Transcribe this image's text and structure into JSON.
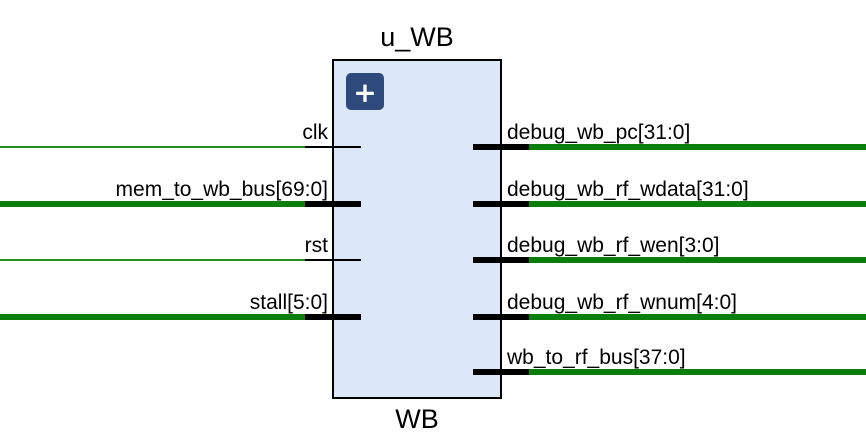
{
  "block": {
    "instance_name": "u_WB",
    "module_name": "WB",
    "expand_icon": "plus-icon",
    "expand_glyph": "+"
  },
  "ports": {
    "inputs": [
      {
        "label": "clk",
        "bus": false
      },
      {
        "label": "mem_to_wb_bus[69:0]",
        "bus": true
      },
      {
        "label": "rst",
        "bus": false
      },
      {
        "label": "stall[5:0]",
        "bus": true
      }
    ],
    "outputs": [
      {
        "label": "debug_wb_pc[31:0]",
        "bus": true
      },
      {
        "label": "debug_wb_rf_wdata[31:0]",
        "bus": true
      },
      {
        "label": "debug_wb_rf_wen[3:0]",
        "bus": true
      },
      {
        "label": "debug_wb_rf_wnum[4:0]",
        "bus": true
      },
      {
        "label": "wb_to_rf_bus[37:0]",
        "bus": true
      }
    ]
  },
  "colors": {
    "wire": "#1f8f1f",
    "bus_wire": "#0a7f0a",
    "block_fill": "#dce8f8",
    "block_border": "#000000",
    "pin": "#000000",
    "expand_button": "#2e4a7d"
  }
}
